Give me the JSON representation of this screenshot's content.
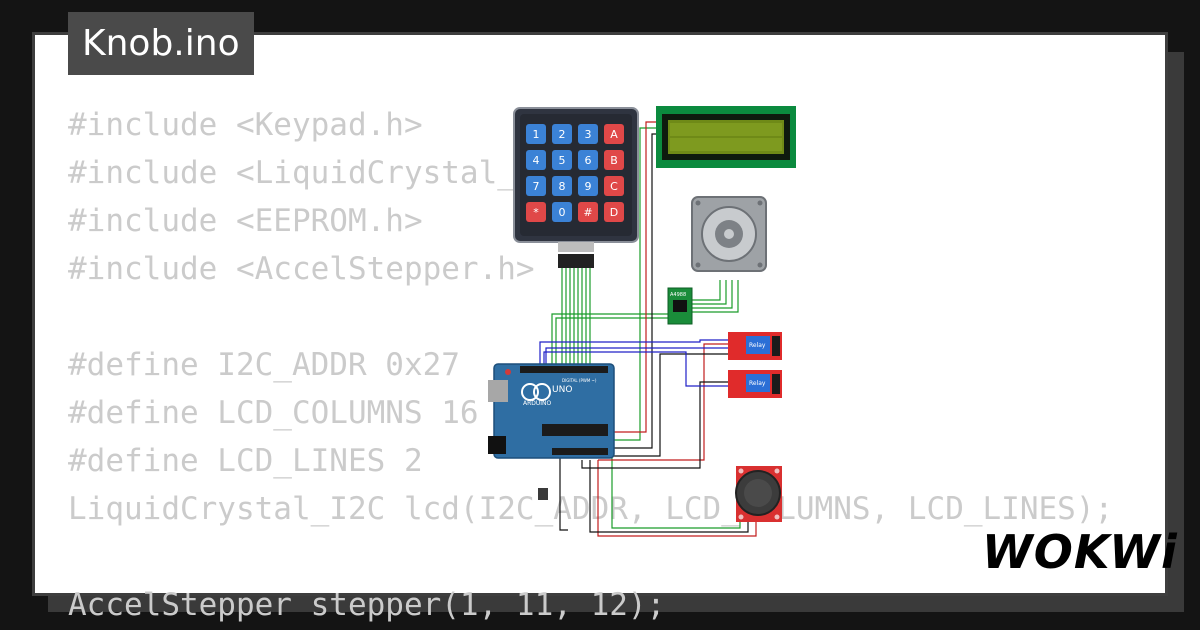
{
  "title": "Knob.ino",
  "code_lines": [
    "#include <Keypad.h>",
    "#include <LiquidCrystal_I2C.h>",
    "#include <EEPROM.h>",
    "#include <AccelStepper.h>",
    "",
    "#define I2C_ADDR 0x27",
    "#define LCD_COLUMNS 16",
    "#define LCD_LINES 2",
    "LiquidCrystal_I2C lcd(I2C_ADDR, LCD_COLUMNS, LCD_LINES);",
    "",
    "AccelStepper stepper(1, 11, 12);"
  ],
  "logo": "WOKWi",
  "keypad": {
    "keys": [
      "1",
      "2",
      "3",
      "A",
      "4",
      "5",
      "6",
      "B",
      "7",
      "8",
      "9",
      "C",
      "*",
      "0",
      "#",
      "D"
    ]
  },
  "arduino": {
    "model": "UNO",
    "brand": "ARDUINO",
    "header_label": "DIGITAL (PWM ~)"
  },
  "relays": [
    {
      "label": "Relay"
    },
    {
      "label": "Relay"
    }
  ],
  "driver": {
    "label": "A4988"
  },
  "colors": {
    "board": "#2f6ea3",
    "lcd_pcb": "#0b8a3e",
    "lcd_screen": "#6f8a17",
    "relay": "#e02b2b",
    "wire_green": "#1a9c2a",
    "wire_red": "#c21d1d",
    "wire_black": "#111111",
    "wire_blue": "#2020c8"
  }
}
